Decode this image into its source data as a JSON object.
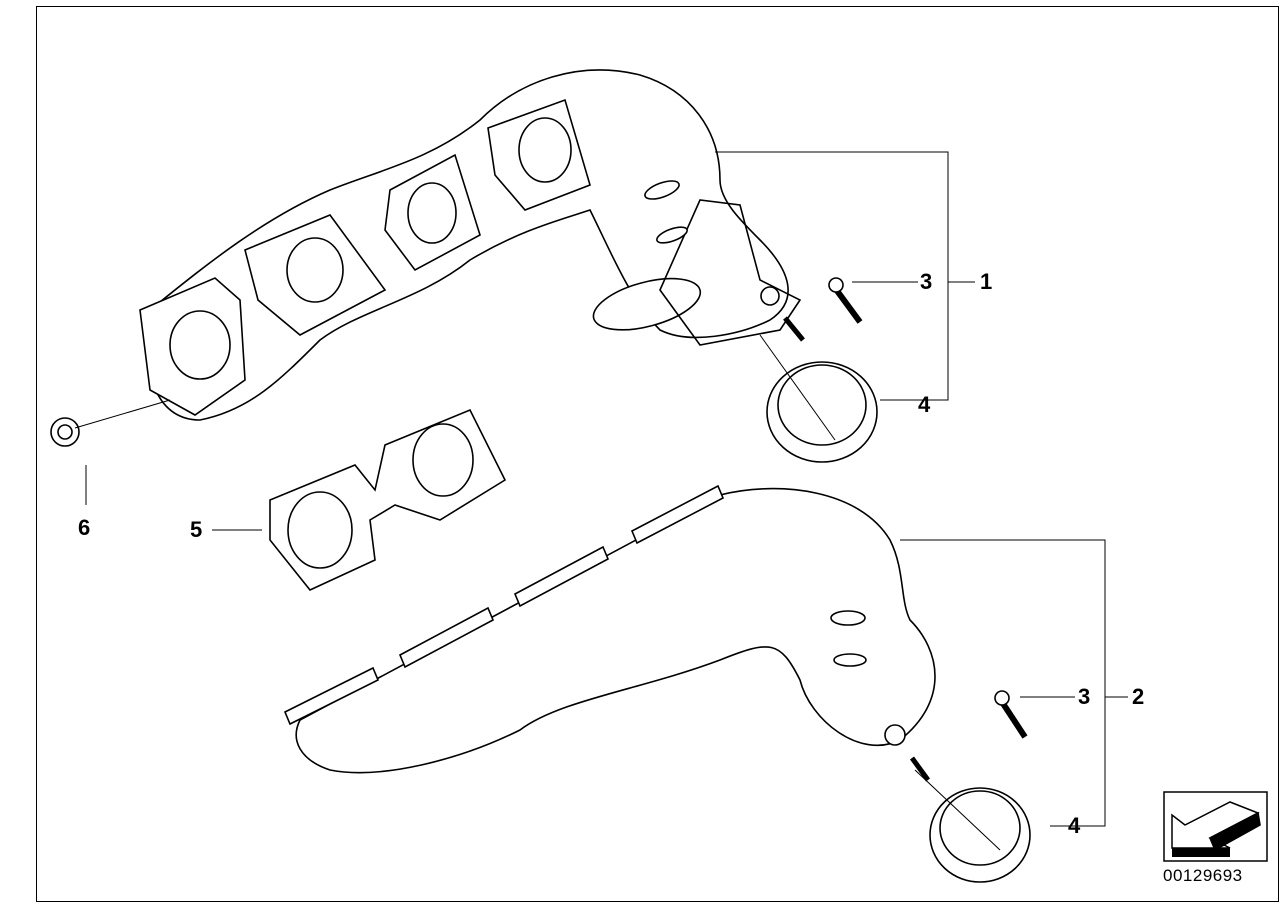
{
  "diagram": {
    "callouts": [
      {
        "id": "lbl-1",
        "text": "1"
      },
      {
        "id": "lbl-2",
        "text": "2"
      },
      {
        "id": "lbl-3a",
        "text": "3"
      },
      {
        "id": "lbl-3b",
        "text": "3"
      },
      {
        "id": "lbl-4a",
        "text": "4"
      },
      {
        "id": "lbl-4b",
        "text": "4"
      },
      {
        "id": "lbl-5",
        "text": "5"
      },
      {
        "id": "lbl-6",
        "text": "6"
      }
    ],
    "drawing_number": "00129693",
    "colors": {
      "line": "#000000",
      "fill": "#ffffff"
    }
  }
}
